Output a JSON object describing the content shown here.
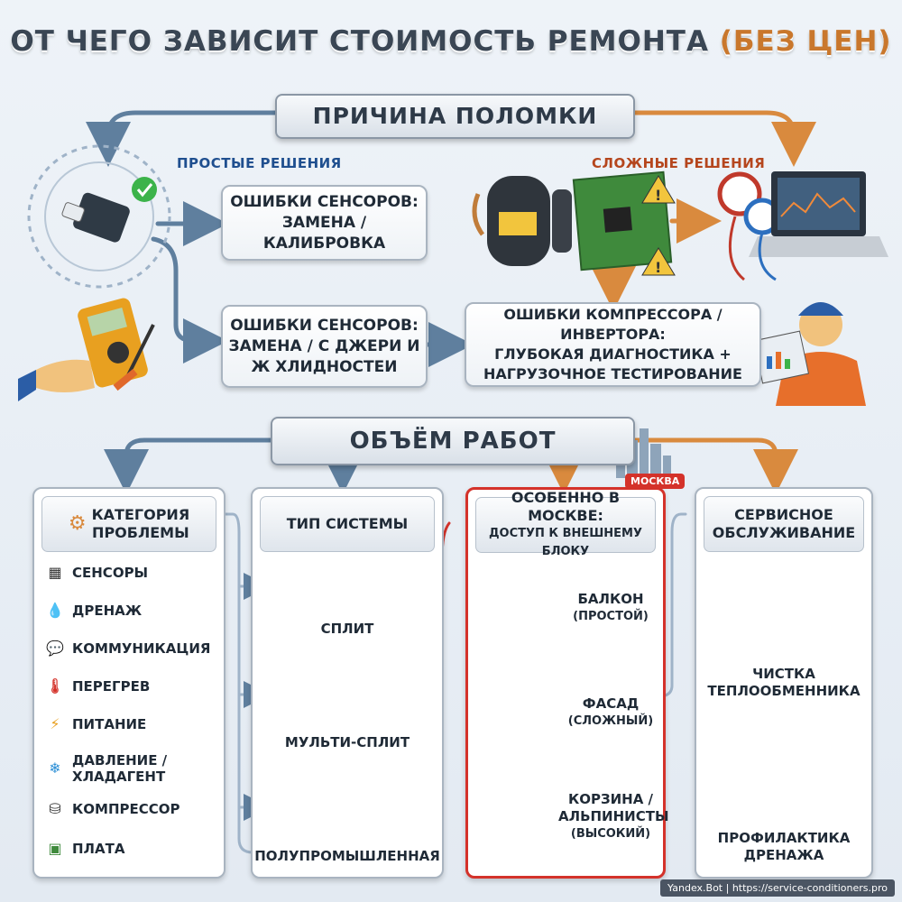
{
  "title": {
    "main": "ОТ ЧЕГО ЗАВИСИТ СТОИМОСТЬ РЕМОНТА",
    "accent": "(БЕЗ ЦЕН)"
  },
  "section1": {
    "title": "ПРИЧИНА ПОЛОМКИ",
    "simple_label": "ПРОСТЫЕ РЕШЕНИЯ",
    "complex_label": "СЛОЖНЫЕ РЕШЕНИЯ",
    "box1_line1": "ОШИБКИ СЕНСОРОВ:",
    "box1_line2": "ЗАМЕНА / КАЛИБРОВКА",
    "box2_line1": "ОШИБКИ СЕНСОРОВ:",
    "box2_line2": "ЗАМЕНА / С ДЖЕРИ И",
    "box2_line3": "Ж ХЛИДНОСТЕИ",
    "box3_line1": "ОШИБКИ КОМПРЕССОРА / ИНВЕРТОРА:",
    "box3_line2": "ГЛУБОКАЯ ДИАГНОСТИКА +",
    "box3_line3": "НАГРУЗОЧНОЕ ТЕСТИРОВАНИЕ"
  },
  "section2": {
    "title": "ОБЪЁМ РАБОТ"
  },
  "col1": {
    "head_line1": "КАТЕГОРИЯ",
    "head_line2": "ПРОБЛЕМЫ",
    "items": [
      {
        "label": "СЕНСОРЫ",
        "icon": "chip-icon"
      },
      {
        "label": "ДРЕНАЖ",
        "icon": "water-drop-icon"
      },
      {
        "label": "КОММУНИКАЦИЯ",
        "icon": "chat-icon"
      },
      {
        "label": "ПЕРЕГРЕВ",
        "icon": "thermometer-icon"
      },
      {
        "label": "ПИТАНИЕ",
        "icon": "lightning-icon"
      },
      {
        "label": "ДАВЛЕНИЕ /",
        "label2": "ХЛАДАГЕНТ",
        "icon": "snowflake-thermometer-icon"
      },
      {
        "label": "КОМПРЕССОР",
        "icon": "compressor-icon"
      },
      {
        "label": "ПЛАТА",
        "icon": "board-icon"
      }
    ]
  },
  "col2": {
    "head": "ТИП СИСТЕМЫ",
    "split": "СПЛИТ",
    "multi": "МУЛЬТИ-СПЛИТ",
    "semi": "ПОЛУПРОМЫШЛЕННАЯ"
  },
  "col3": {
    "badge": "МОСКВА",
    "head_line1": "ОСОБЕННО В МОСКВЕ:",
    "head_line2": "ДОСТУП К ВНЕШНЕМУ БЛОКУ",
    "balcony_line1": "БАЛКОН",
    "balcony_line2": "(ПРОСТОЙ)",
    "facade_line1": "ФАСАД",
    "facade_line2": "(СЛОЖНЫЙ)",
    "basket_line1": "КОРЗИНА /",
    "basket_line2": "АЛЬПИНИСТЫ",
    "basket_line3": "(ВЫСОКИЙ)"
  },
  "col4": {
    "head_line1": "СЕРВИСНОЕ",
    "head_line2": "ОБСЛУЖИВАНИЕ",
    "clean_line1": "ЧИСТКА",
    "clean_line2": "ТЕПЛООБМЕННИКА",
    "drain_line1": "ПРОФИЛАКТИКА",
    "drain_line2": "ДРЕНАЖА"
  },
  "footer": "Yandex.Bot | https://service-conditioners.pro",
  "colors": {
    "blue_arrow": "#5f7f9e",
    "orange_arrow": "#d98a3e",
    "red_border": "#d4322a",
    "accent": "#c9772c"
  }
}
